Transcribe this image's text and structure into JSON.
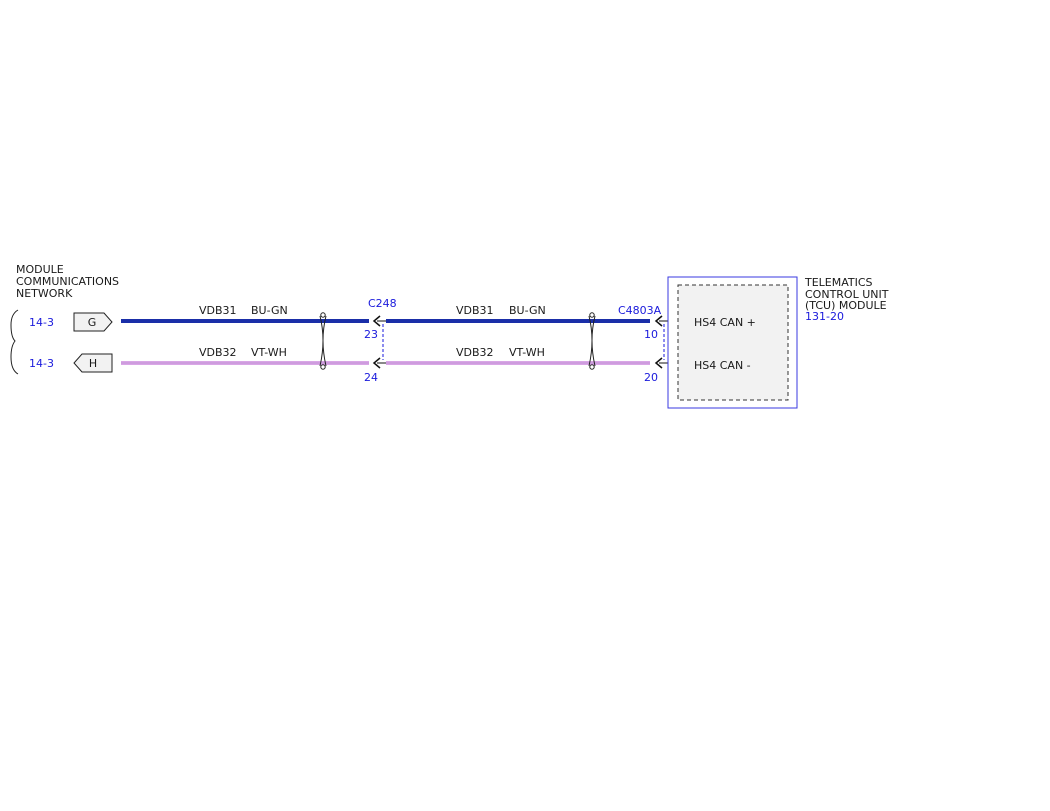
{
  "network": {
    "title_lines": [
      "MODULE",
      "COMMUNICATIONS",
      "NETWORK"
    ],
    "ref_top": "14-3",
    "ref_bottom": "14-3",
    "connector_top": "G",
    "connector_bottom": "H"
  },
  "circuits": {
    "top": {
      "circuit": "VDB31",
      "color_code": "BU-GN"
    },
    "bottom": {
      "circuit": "VDB32",
      "color_code": "VT-WH"
    }
  },
  "inline_connector": {
    "name": "C248",
    "pin_top": "23",
    "pin_bottom": "24"
  },
  "module_connector": {
    "name": "C4803A",
    "pin_top": "10",
    "pin_bottom": "20"
  },
  "module": {
    "name_lines": [
      "TELEMATICS",
      "CONTROL UNIT",
      "(TCU) MODULE"
    ],
    "ref": "131-20",
    "pin_top_label": "HS4 CAN +",
    "pin_bottom_label": "HS4 CAN -"
  },
  "colors": {
    "wire_blue": "#1a2ea8",
    "wire_violet": "#d9a6e6",
    "reference_text": "#1a1adc",
    "module_border": "#3a3ae0",
    "module_fill": "#f2f2f2"
  }
}
